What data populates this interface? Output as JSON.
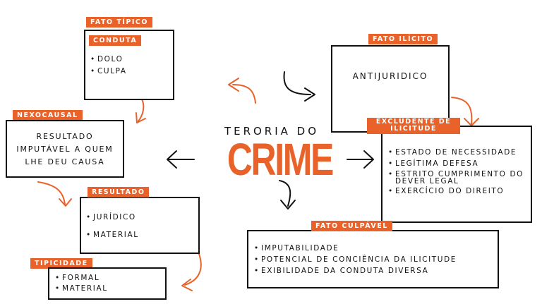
{
  "title": {
    "line1": "TERORIA DO",
    "line2": "CRIME"
  },
  "colors": {
    "accent": "#e8622a",
    "ink": "#111111"
  },
  "nodes": {
    "fato_tipico": {
      "tag": "FATO TÍPICO"
    },
    "conduta": {
      "tag": "CONDUTA",
      "items": [
        "DOLO",
        "CULPA"
      ]
    },
    "fato_ilicito": {
      "tag": "FATO ILÍCITO",
      "text": "ANTIJURIDICO"
    },
    "nexocausal": {
      "tag": "NEXOCAUSAL",
      "lines": [
        "RESULTADO",
        "IMPUTÁVEL A QUEM",
        "LHE DEU CAUSA"
      ]
    },
    "excludente": {
      "tag": "EXCLUDENTE DE ILICITUDE",
      "items": [
        "ESTADO DE NECESSIDADE",
        "LEGÍTIMA DEFESA",
        "ESTRITO CUMPRIMENTO DO DEVER LEGAL",
        "EXERCÍCIO DO DIREITO"
      ]
    },
    "resultado": {
      "tag": "RESULTADO",
      "items": [
        "JURÍDICO",
        "MATERIAL"
      ]
    },
    "fato_culpavel": {
      "tag": "FATO CULPÁVEL",
      "items": [
        "IMPUTABILIDADE",
        "POTENCIAL DE CONCIÊNCIA DA ILICITUDE",
        "EXIBILIDADE DA CONDUTA DIVERSA"
      ]
    },
    "tipicidade": {
      "tag": "TIPICIDADE",
      "items": [
        "FORMAL",
        "MATERIAL"
      ]
    }
  }
}
